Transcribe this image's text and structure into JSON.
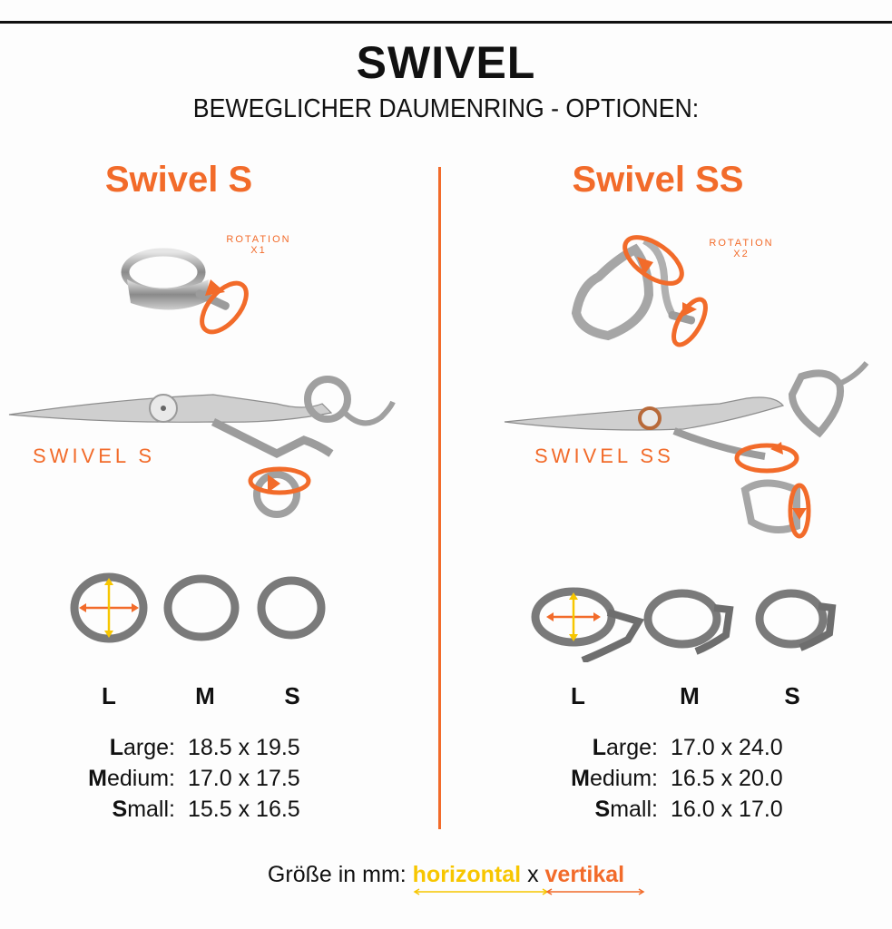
{
  "header": {
    "title": "SWIVEL",
    "subtitle": "BEWEGLICHER DAUMENRING - OPTIONEN:"
  },
  "colors": {
    "accent": "#f26b2a",
    "yellow": "#f7c600",
    "text": "#111111",
    "steel": "#9a9a9a"
  },
  "left": {
    "heading": "Swivel S",
    "rotation_label": "ROTATION",
    "rotation_count": "X1",
    "model_label": "SWIVEL S",
    "sizes": [
      "L",
      "M",
      "S"
    ],
    "specs": [
      {
        "initial": "L",
        "rest": "arge:",
        "value": "18.5 x 19.5"
      },
      {
        "initial": "M",
        "rest": "edium:",
        "value": "17.0 x 17.5"
      },
      {
        "initial": "S",
        "rest": "mall:",
        "value": "15.5 x 16.5"
      }
    ]
  },
  "right": {
    "heading": "Swivel SS",
    "rotation_label": "ROTATION",
    "rotation_count": "X2",
    "model_label": "SWIVEL SS",
    "sizes": [
      "L",
      "M",
      "S"
    ],
    "specs": [
      {
        "initial": "L",
        "rest": "arge:",
        "value": "17.0 x 24.0"
      },
      {
        "initial": "M",
        "rest": "edium:",
        "value": "16.5 x 20.0"
      },
      {
        "initial": "S",
        "rest": "mall:",
        "value": "16.0 x 17.0"
      }
    ]
  },
  "footer": {
    "prefix": "Größe in mm:",
    "horizontal": "horizontal",
    "separator": "x",
    "vertical": "vertikal"
  }
}
